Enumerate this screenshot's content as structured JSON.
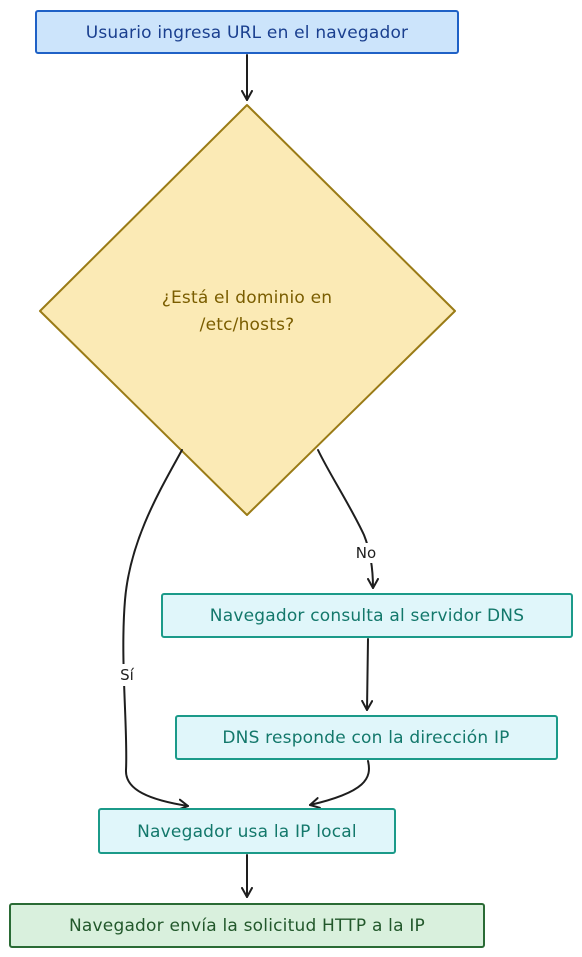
{
  "nodes": {
    "start": {
      "label": "Usuario ingresa URL en el navegador",
      "fill": "#cce4fb",
      "stroke": "#1f61c6",
      "text_color": "#1a3f8f"
    },
    "decision": {
      "label_line1": "¿Está el dominio en",
      "label_line2": "/etc/hosts?",
      "fill": "#fbeab5",
      "stroke": "#9a7b16",
      "text_color": "#7a5d00"
    },
    "dns_query": {
      "label": "Navegador consulta al servidor DNS",
      "fill": "#e0f6fa",
      "stroke": "#1b9a89",
      "text_color": "#13786b"
    },
    "dns_response": {
      "label": "DNS responde con la dirección IP",
      "fill": "#e0f6fa",
      "stroke": "#1b9a89",
      "text_color": "#13786b"
    },
    "use_ip": {
      "label": "Navegador usa la IP local",
      "fill": "#e0f6fa",
      "stroke": "#1b9a89",
      "text_color": "#13786b"
    },
    "send_http": {
      "label": "Navegador envía la solicitud HTTP a la IP",
      "fill": "#d9f0dd",
      "stroke": "#2a6b35",
      "text_color": "#22582b"
    }
  },
  "edges": {
    "yes_label": "Sí",
    "no_label": "No",
    "color": "#1e1e1e"
  }
}
